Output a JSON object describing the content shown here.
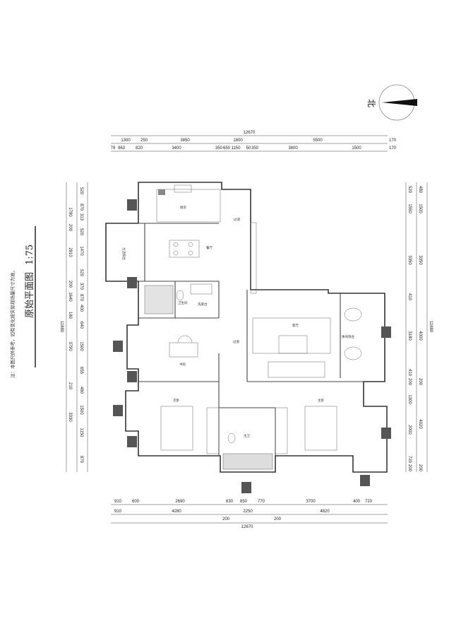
{
  "title": "原始平面图",
  "scale": "1:75",
  "note": "注：本图只供参考，如有变化按实际现场量尺寸为准。",
  "north_label": "北",
  "rooms": {
    "kitchen": "厨房",
    "dining": "餐厅",
    "corridor_top": "过道",
    "laundry": "生活阳台",
    "toilet": "卫生间",
    "washroom": "洗漱台",
    "study": "书房",
    "corridor_mid": "过道",
    "living": "客厅",
    "leisure_balcony": "休闲阳台",
    "second_bedroom": "次卧",
    "master_bedroom": "主卧",
    "master_bath": "主卫"
  },
  "dimensions": {
    "top_total": "12670",
    "top_row2": [
      "1300",
      "250",
      "3850",
      "1800",
      "5500",
      "170"
    ],
    "top_row3": [
      "79",
      "963",
      "820",
      "3400",
      "350",
      "650",
      "1150",
      "50",
      "350",
      "3800",
      "1500",
      "170"
    ],
    "bottom_row1": [
      "910",
      "600",
      "2690",
      "630",
      "850",
      "770",
      "3700",
      "400",
      "720"
    ],
    "bottom_row2": [
      "910",
      "4280",
      "2250",
      "4820"
    ],
    "bottom_offsets": [
      "200",
      "200"
    ],
    "bottom_total": "12670",
    "left_outer": [
      "1780",
      "200",
      "2810",
      "200",
      "1640",
      "180",
      "3790",
      "210",
      "3330"
    ],
    "left_inner": [
      "520",
      "870",
      "313",
      "520",
      "1470",
      "520",
      "370",
      "870",
      "400",
      "640",
      "1500",
      "655",
      "480",
      "1500",
      "1150",
      "870"
    ],
    "left_total": "11880",
    "right_inner": [
      "520",
      "1550",
      "3350",
      "410",
      "3180",
      "410",
      "200",
      "1300",
      "2000",
      "720",
      "200"
    ],
    "right_middle": [
      "480",
      "1500",
      "3350",
      "4000",
      "200",
      "4020",
      "200"
    ],
    "right_total": "11880"
  }
}
